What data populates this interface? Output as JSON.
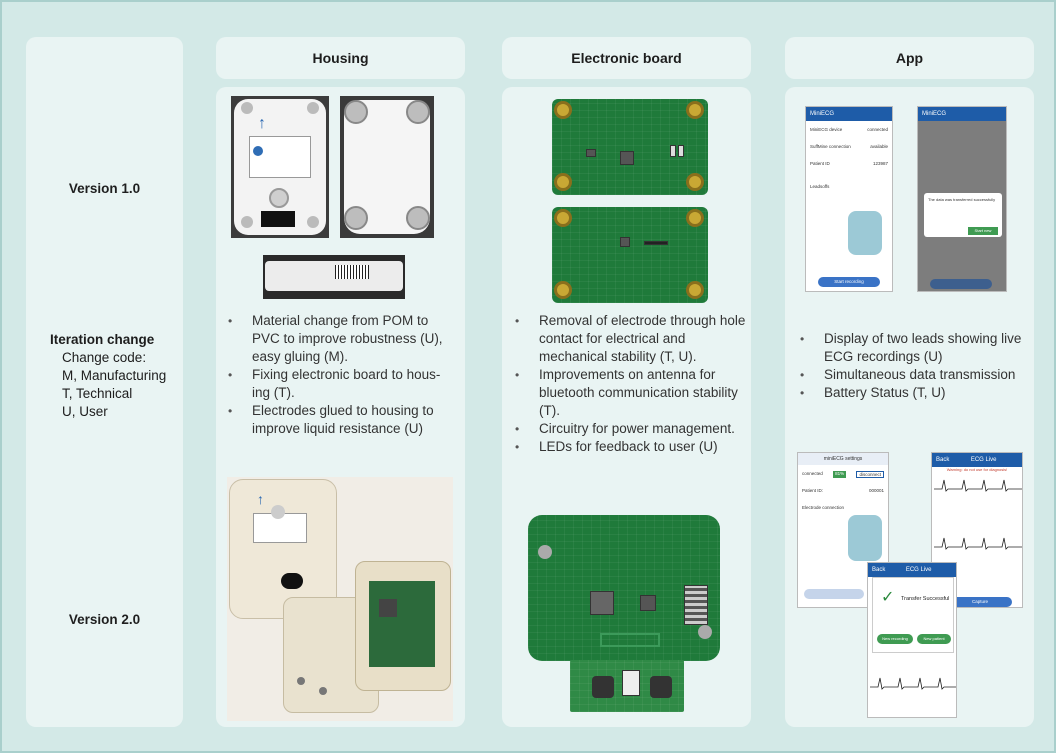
{
  "rows": {
    "version1": "Version 1.0",
    "iteration_title": "Iteration change",
    "change_code": "Change code:",
    "code_m": "M, Manufacturing",
    "code_t": "T, Technical",
    "code_u": "U, User",
    "version2": "Version 2.0"
  },
  "columns": {
    "housing": "Housing",
    "board": "Electronic board",
    "app": "App"
  },
  "housing_changes": [
    "Material change from POM to PVC to improve  robustness (U), easy gluing (M).",
    "Fixing electronic board to hous-ing (T).",
    "Electrodes glued to housing to improve liquid resistance (U)"
  ],
  "board_changes": [
    "Removal of electrode through hole contact for electrical and mechanical stability (T, U).",
    "Improvements on antenna for bluetooth communication stability (T).",
    "Circuitry for power management.",
    "LEDs for feedback to user (U)"
  ],
  "app_changes": [
    "Display of two leads showing live ECG recordings (U)",
    "Simultaneous data transmission",
    "Battery Status (T, U)"
  ],
  "app_v1_screen": {
    "title": "MiniECG",
    "device": "MiniECG device",
    "connected": "connected",
    "suffixe": "SuffMine connection",
    "available": "available",
    "patient_id": "Patient ID",
    "patient_value": "123987",
    "leadsoffs": "Leadsoffs",
    "record": "Start recording",
    "dialog": "The data was transferred successfully",
    "start_new": "Start new"
  },
  "app_v2_screen": {
    "settings_title": "miniECG settings",
    "connected": "connected",
    "battery": "81%",
    "disconnect": "disconnect",
    "patient_id": "Patient ID:",
    "patient_value": "000001",
    "electrode": "Electrode connection",
    "ecg_live": "ECG Live",
    "back": "Back",
    "warning": "Warning: do not use for diagnosis!",
    "capture": "Capture",
    "transfer": "Transfer Successful",
    "new_recording": "New recording",
    "new_patient": "New patient"
  },
  "colors": {
    "background": "#d3e9e7",
    "panel": "#e9f4f3",
    "pcb_green": "#1f7a3a",
    "pad_gold": "#c9a834",
    "app_blue": "#1e5ca8"
  }
}
